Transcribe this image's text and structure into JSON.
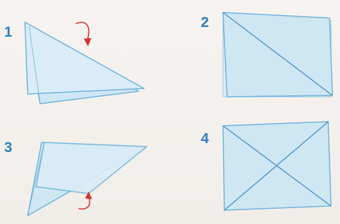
{
  "steps": [
    {
      "number": "1"
    },
    {
      "number": "2"
    },
    {
      "number": "3"
    },
    {
      "number": "4"
    }
  ],
  "colors": {
    "paper_fill": "#cfe6f3",
    "paper_fill_light": "#dbeef8",
    "paper_stroke": "#6fb3da",
    "fold_line": "#3f8fc6",
    "step_number": "#2f7fc1",
    "arrow": "#d6342c"
  },
  "icons": {
    "fold_arrow": "curved-arrow-icon"
  }
}
